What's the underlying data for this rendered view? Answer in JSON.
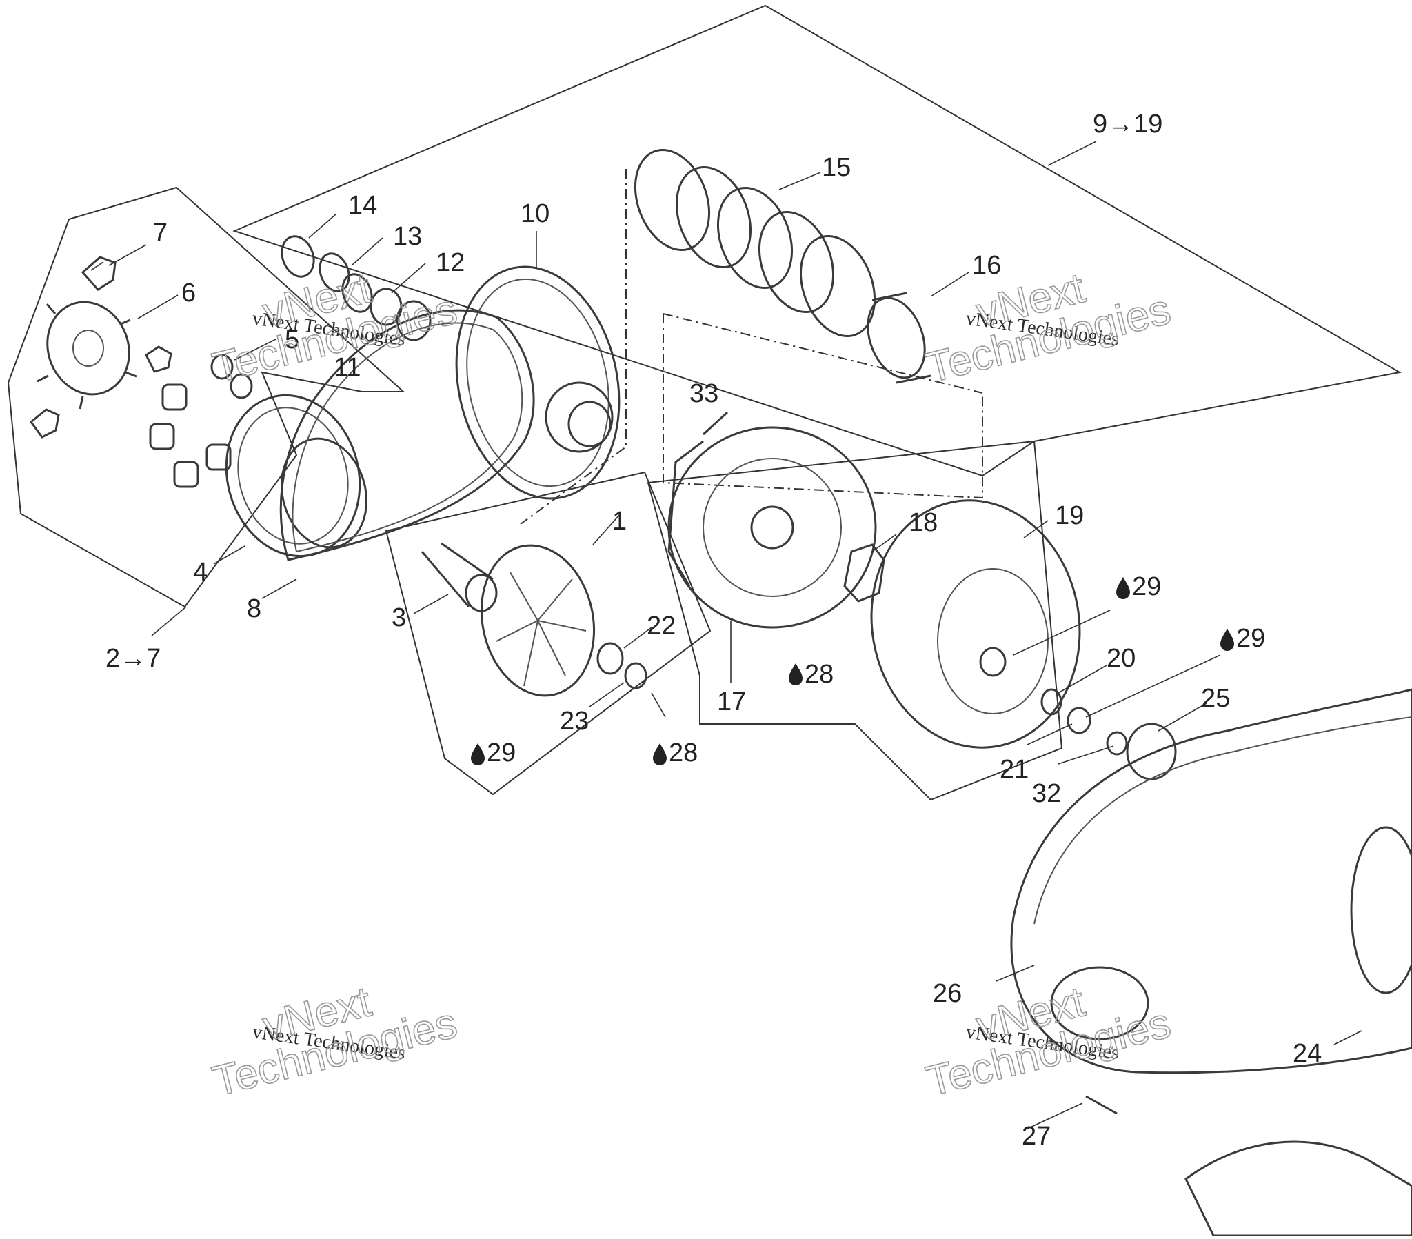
{
  "diagram": {
    "labels": {
      "l1": "1",
      "l2_7": "2→7",
      "l3": "3",
      "l4": "4",
      "l5": "5",
      "l6": "6",
      "l7": "7",
      "l8": "8",
      "l9_19": "9→19",
      "l10": "10",
      "l11": "11",
      "l12": "12",
      "l13": "13",
      "l14": "14",
      "l15": "15",
      "l16": "16",
      "l17": "17",
      "l18": "18",
      "l19": "19",
      "l20": "20",
      "l21": "21",
      "l22": "22",
      "l23": "23",
      "l24": "24",
      "l25": "25",
      "l26": "26",
      "l27": "27",
      "l32": "32",
      "l33": "33",
      "l28a": "28",
      "l28b": "28",
      "l29a": "29",
      "l29b": "29",
      "l29c": "29"
    },
    "watermark": {
      "line1": "vNext Technologies",
      "line2": "vNext",
      "line3": "Technologies"
    },
    "icons": {
      "lubricant": "oil-drop-icon",
      "arrow": "right-arrow"
    }
  }
}
